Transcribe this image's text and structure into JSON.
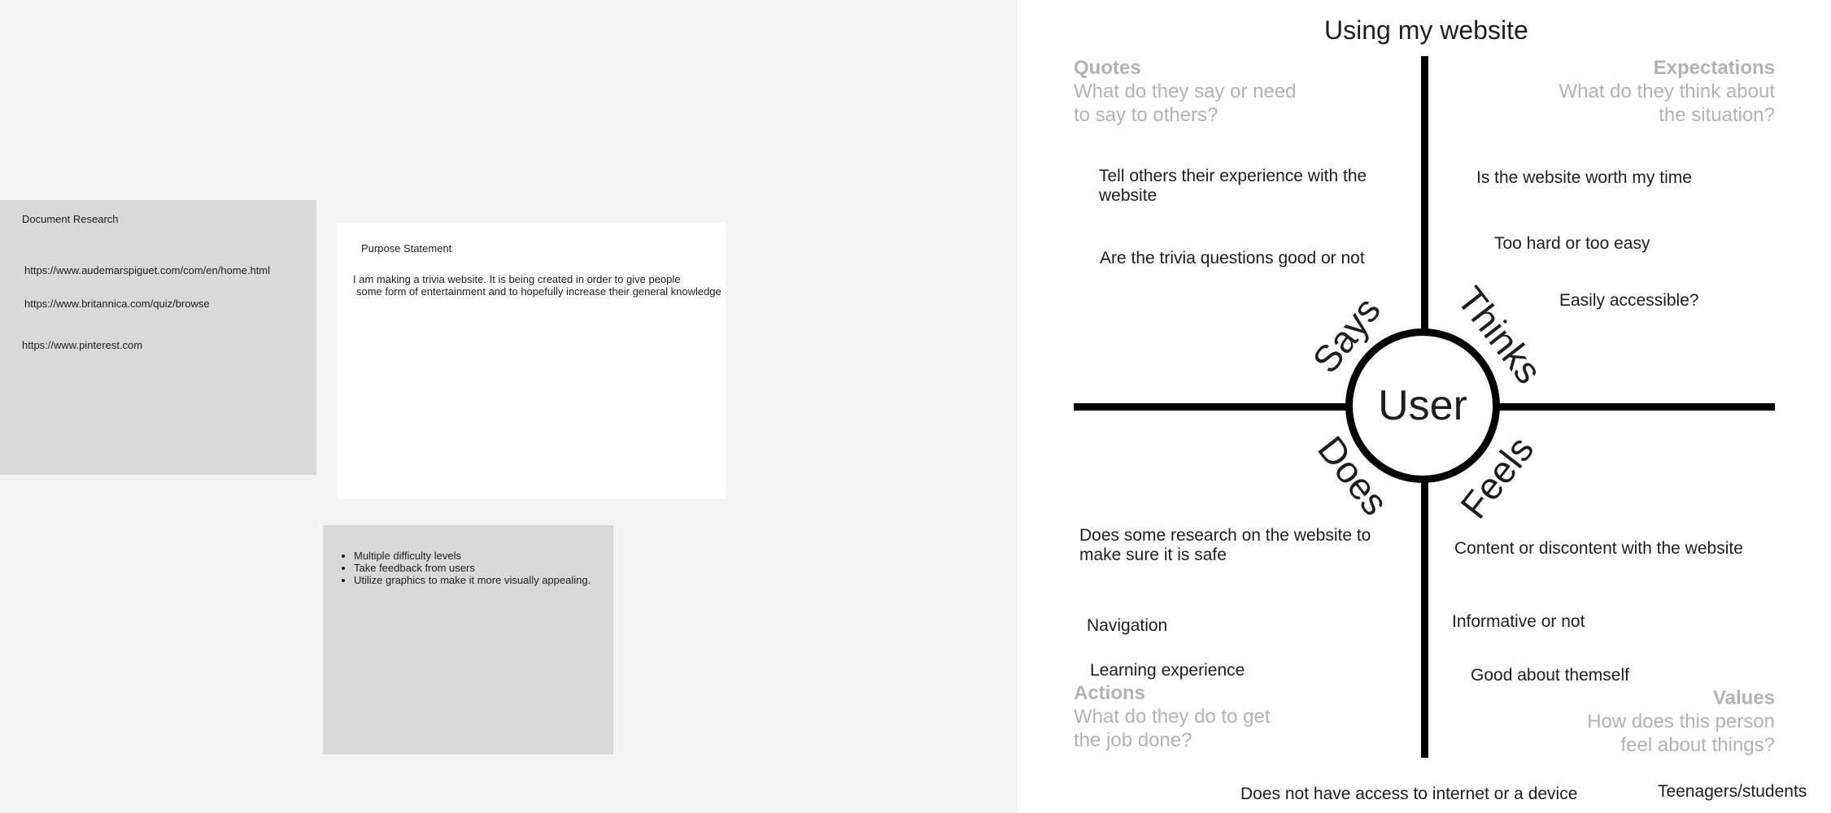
{
  "research": {
    "title": "Document Research",
    "links": [
      "https://www.audemarspiguet.com/com/en/home.html",
      "https://www.britannica.com/quiz/browse",
      "https://www.pinterest.com"
    ]
  },
  "purpose": {
    "title": "Purpose Statement",
    "lines": [
      "I am making a trivia website. It is being created in order to give people",
      "some form of entertainment and to hopefully increase their general knowledge"
    ]
  },
  "features": {
    "items": [
      "Multiple difficulty levels",
      "Take feedback from users",
      "Utilize graphics to make it more visually appealing."
    ]
  },
  "empathy_map": {
    "title": "Using my website",
    "center": "User",
    "quadrant_labels": {
      "says": "Says",
      "thinks": "Thinks",
      "does": "Does",
      "feels": "Feels"
    },
    "quotes": {
      "heading": "Quotes",
      "sub_lines": [
        "What do they say or need",
        "to say to others?"
      ]
    },
    "expectations": {
      "heading": "Expectations",
      "sub_lines": [
        "What do they think about",
        "the situation?"
      ]
    },
    "actions": {
      "heading": "Actions",
      "sub_lines": [
        "What do they do to get",
        "the job done?"
      ]
    },
    "values": {
      "heading": "Values",
      "sub_lines": [
        "How does this person",
        "feel about things?"
      ]
    },
    "says_notes": [
      "Tell others their experience with the website",
      "Are the trivia questions good or not"
    ],
    "thinks_notes": [
      "Is the website worth my time",
      "Too hard or too easy",
      "Easily accessible?"
    ],
    "does_notes": [
      "Does some research on the website to make sure it is safe",
      "Navigation",
      "Learning experience"
    ],
    "feels_notes": [
      "Content or discontent with the website",
      "Informative or not",
      "Good about themself"
    ],
    "bottom_notes": [
      "Does not have access to internet or a device",
      "Teenagers/students"
    ]
  }
}
